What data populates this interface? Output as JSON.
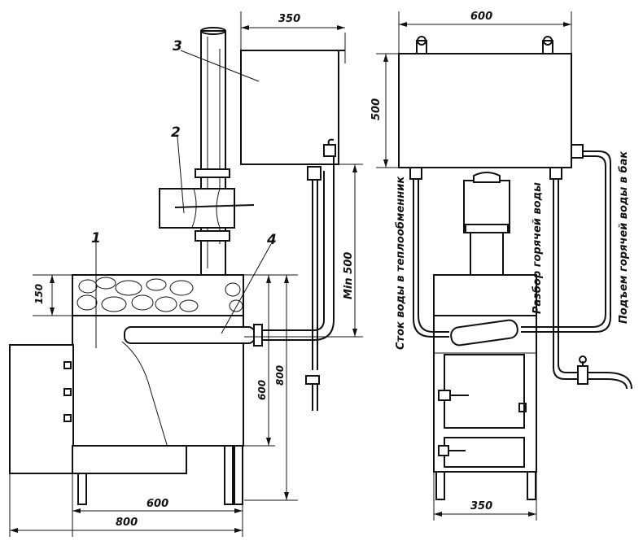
{
  "callouts": {
    "c1": "1",
    "c2": "2",
    "c3": "3",
    "c4": "4"
  },
  "dimensions": {
    "tank_width_side": "350",
    "tank_width_front": "600",
    "tank_height": "500",
    "stone_height": "150",
    "min_height": "Min 500",
    "body_height": "600",
    "total_height": "800",
    "body_width_side": "600",
    "total_width_side": "800",
    "body_width_front": "350"
  },
  "labels": {
    "drain": "Сток воды в теплообменник",
    "hot_draw": "Разбор горячей воды",
    "rise": "Подъем горячей воды в бак"
  }
}
